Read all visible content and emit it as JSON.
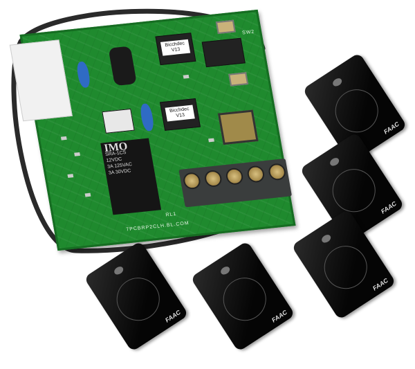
{
  "board": {
    "ic_labels": [
      "Bicchdec V13",
      "Bicchdec V13"
    ],
    "relay": {
      "brand": "IMO",
      "model": "SRA-1CS",
      "ratings": [
        "12VDC",
        "3A 125VAC",
        "3A 30VDC"
      ]
    },
    "silkscreen": [
      "7PCBRP2CLH.BL.COM",
      "SW2",
      "RL1"
    ]
  },
  "remotes": {
    "brand": "FAAC",
    "count": 5
  },
  "colors": {
    "pcb": "#1f8a2e",
    "remote": "#0a0a0a",
    "background": "#ffffff"
  }
}
